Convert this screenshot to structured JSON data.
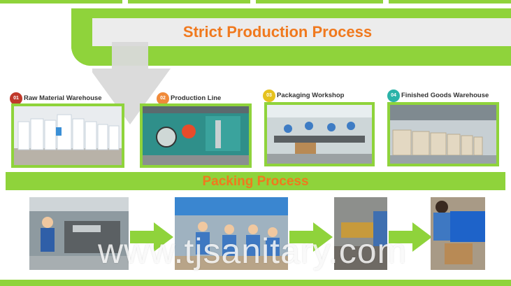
{
  "main_title": "Strict Production Process",
  "stages": [
    {
      "num": "01",
      "label": "Raw Material Warehouse",
      "badge_color": "#c0392b"
    },
    {
      "num": "02",
      "label": "Production Line",
      "badge_color": "#f08a3a"
    },
    {
      "num": "03",
      "label": "Packaging Workshop",
      "badge_color": "#e6c21f"
    },
    {
      "num": "04",
      "label": "Finished Goods Warehouse",
      "badge_color": "#2bb3a8"
    }
  ],
  "packing_title": "Packing Process",
  "watermark": "www.tjsanitary.com",
  "colors": {
    "accent_green": "#8fd33b",
    "title_orange": "#f0791e",
    "arrow_grey": "#d6d6d6"
  }
}
